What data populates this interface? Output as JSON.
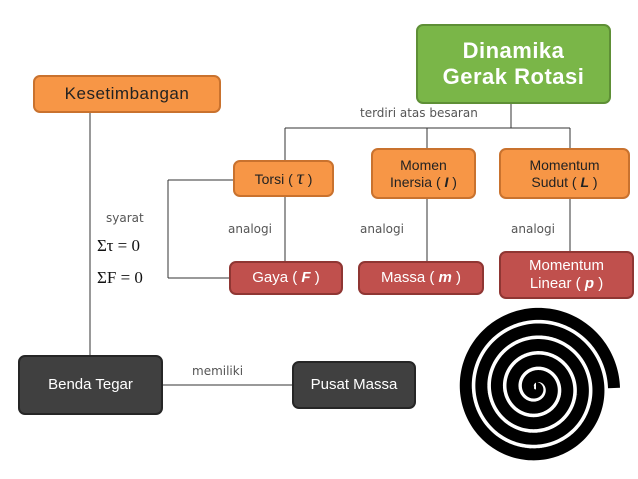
{
  "title": {
    "line1": "Dinamika",
    "line2": "Gerak Rotasi"
  },
  "nodes": {
    "kesetimbangan": "Kesetimbangan",
    "torsi": {
      "text": "Torsi (",
      "symbol": "τ",
      "close": ")"
    },
    "momen_inersia": {
      "line1": "Momen",
      "line2": "Inersia (",
      "symbol": "I",
      "close": ")"
    },
    "momentum_sudut": {
      "line1": "Momentum",
      "line2": "Sudut (",
      "symbol": "L",
      "close": ")"
    },
    "gaya": {
      "text": "Gaya (",
      "symbol": "F",
      "close": ")"
    },
    "massa": {
      "text": "Massa (",
      "symbol": "m",
      "close": ")"
    },
    "momentum_linear": {
      "line1": "Momentum",
      "line2": "Linear (",
      "symbol": "p",
      "close": ")"
    },
    "benda_tegar": "Benda Tegar",
    "pusat_massa": "Pusat Massa"
  },
  "labels": {
    "terdiri": "terdiri atas besaran",
    "syarat": "syarat",
    "analogi1": "analogi",
    "analogi2": "analogi",
    "analogi3": "analogi",
    "memiliki": "memiliki"
  },
  "formulas": {
    "f1": "Στ = 0",
    "f2": "ΣF = 0"
  },
  "spiral": {
    "turns": 5,
    "color": "#000000"
  },
  "colors": {
    "green": "#7ab648",
    "orange": "#f79646",
    "red": "#c0504d",
    "dark": "#404040",
    "line": "#333333"
  }
}
